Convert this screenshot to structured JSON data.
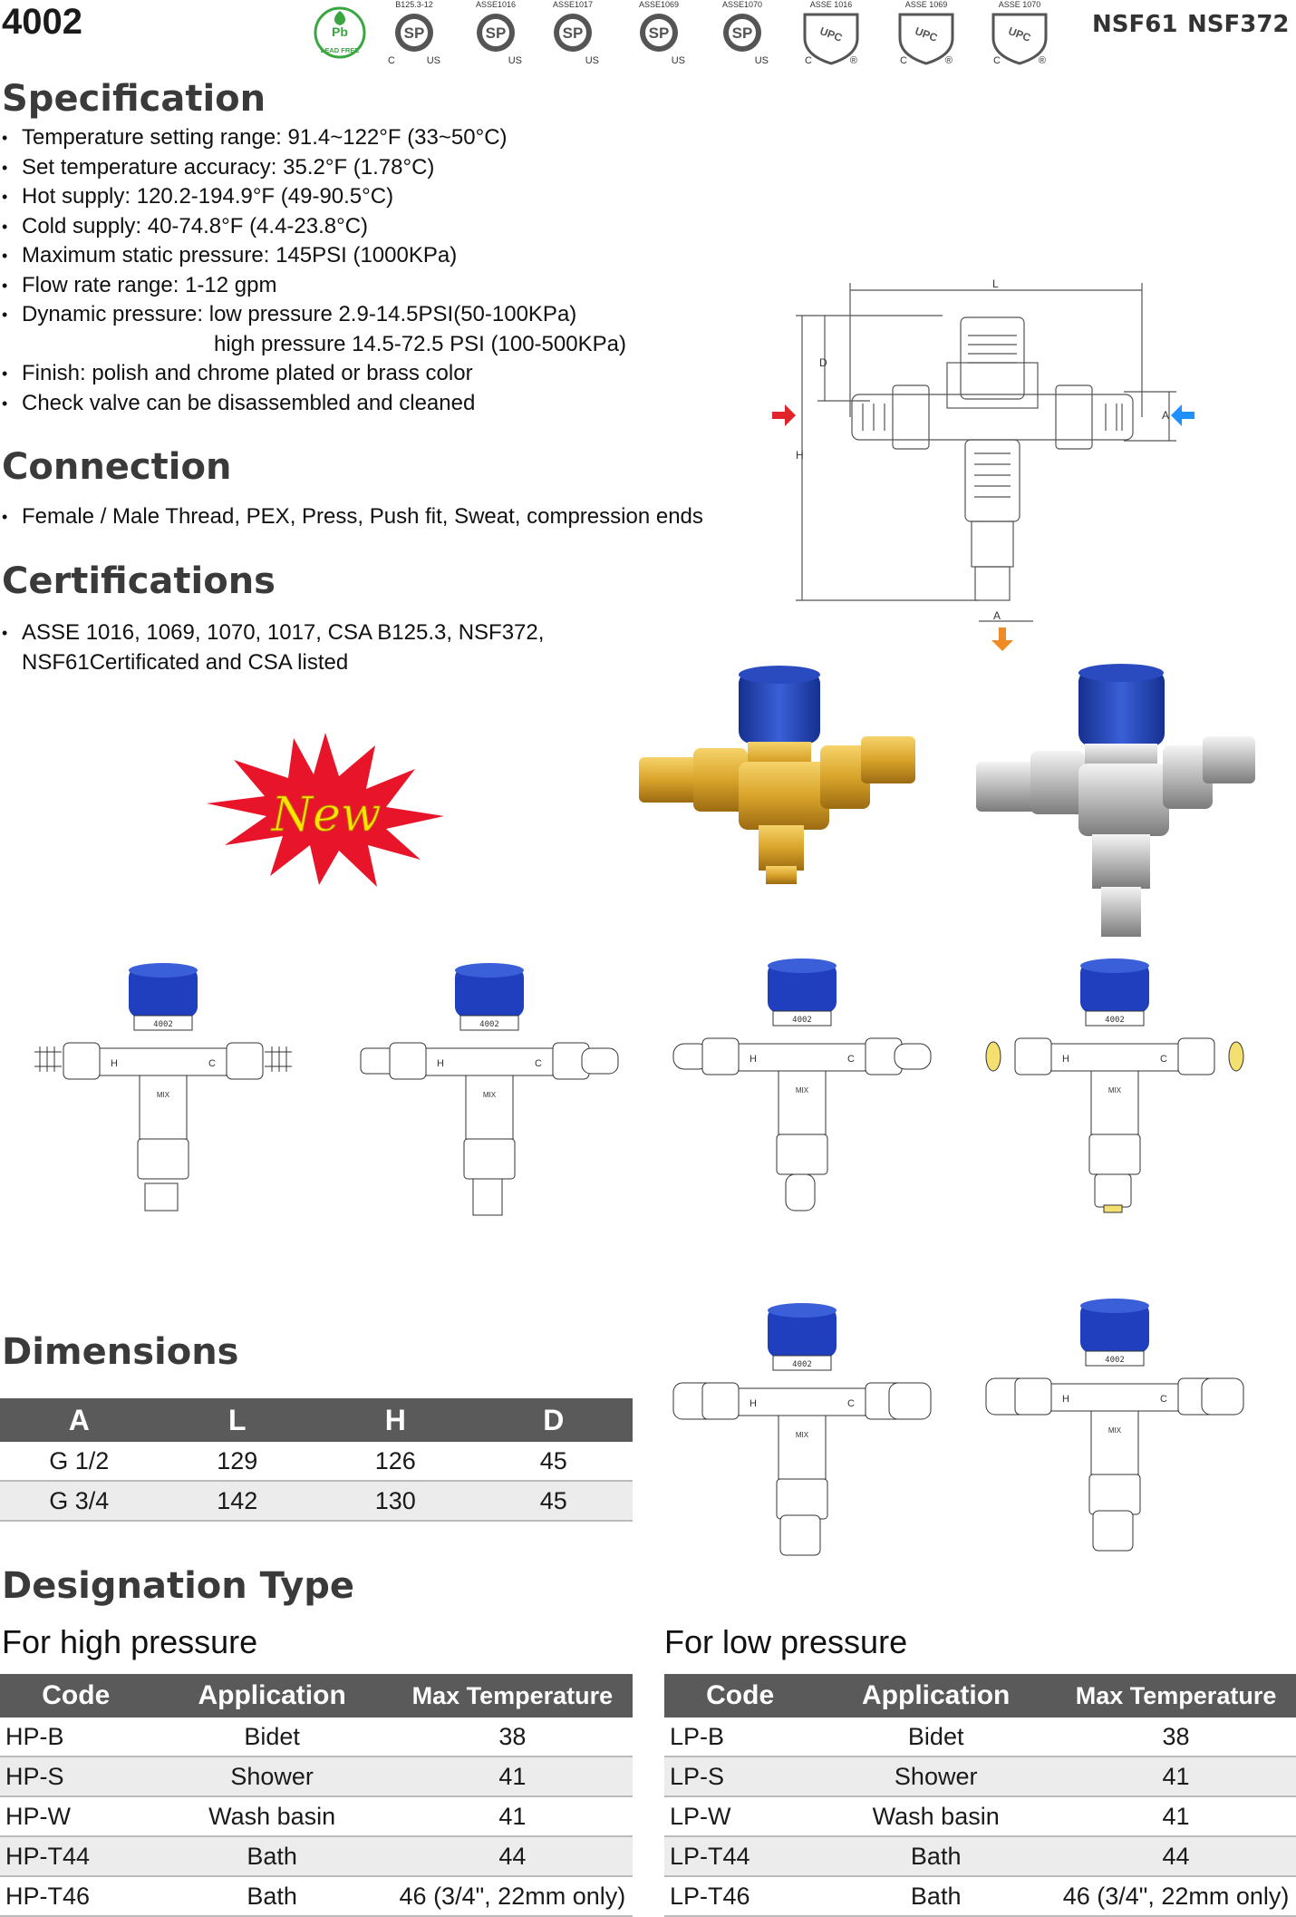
{
  "model": "4002",
  "certs": [
    {
      "top": "B125.3-12",
      "left": "C",
      "right": "US",
      "icon": "csa-logo-icon"
    },
    {
      "top": "ASSE1016",
      "left": "",
      "right": "US",
      "icon": "csa-logo-icon"
    },
    {
      "top": "ASSE1017",
      "left": "",
      "right": "US",
      "icon": "csa-logo-icon"
    },
    {
      "top": "ASSE1069",
      "left": "",
      "right": "US",
      "icon": "csa-logo-icon"
    },
    {
      "top": "ASSE1070",
      "left": "",
      "right": "US",
      "icon": "csa-logo-icon"
    },
    {
      "top": "ASSE 1016",
      "left": "C",
      "right": "®",
      "icon": "upc-logo-icon"
    },
    {
      "top": "ASSE 1069",
      "left": "C",
      "right": "®",
      "icon": "upc-logo-icon"
    },
    {
      "top": "ASSE 1070",
      "left": "C",
      "right": "®",
      "icon": "upc-logo-icon"
    }
  ],
  "nsf": [
    "NSF61",
    "NSF372"
  ],
  "lead_free_label": "LEAD FREE",
  "spec": {
    "title": "Specification",
    "items": [
      "Temperature setting range: 91.4~122°F (33~50°C)",
      "Set temperature accuracy: 35.2°F (1.78°C)",
      "Hot supply: 120.2-194.9°F (49-90.5°C)",
      "Cold supply: 40-74.8°F (4.4-23.8°C)",
      "Maximum static pressure: 145PSI (1000KPa)",
      "Flow rate range: 1-12 gpm",
      "Dynamic pressure: low pressure 2.9-14.5PSI(50-100KPa)",
      "Finish: polish and chrome plated or brass color",
      "Check valve can be disassembled and cleaned"
    ],
    "dynamic_high": "high pressure 14.5-72.5 PSI (100-500KPa)"
  },
  "connection": {
    "title": "Connection",
    "items": [
      "Female / Male Thread, PEX, Press, Push fit, Sweat, compression ends"
    ]
  },
  "certifications": {
    "title": "Certifications",
    "items": [
      "ASSE 1016, 1069, 1070, 1017, CSA B125.3, NSF372, NSF61Certificated and CSA listed"
    ]
  },
  "drawing_labels": {
    "L": "L",
    "D": "D",
    "H": "H",
    "A": "A"
  },
  "new_badge": "New",
  "dimensions": {
    "title": "Dimensions",
    "headers": [
      "A",
      "L",
      "H",
      "D"
    ],
    "rows": [
      [
        "G 1/2",
        "129",
        "126",
        "45"
      ],
      [
        "G 3/4",
        "142",
        "130",
        "45"
      ]
    ]
  },
  "designation": {
    "title": "Designation Type",
    "high": {
      "label": "For high pressure",
      "headers": [
        "Code",
        "Application",
        "Max Temperature"
      ],
      "rows": [
        [
          "HP-B",
          "Bidet",
          "38"
        ],
        [
          "HP-S",
          "Shower",
          "41"
        ],
        [
          "HP-W",
          "Wash basin",
          "41"
        ],
        [
          "HP-T44",
          "Bath",
          "44"
        ],
        [
          "HP-T46",
          "Bath",
          "46 (3/4\", 22mm only)"
        ]
      ]
    },
    "low": {
      "label": "For low pressure",
      "headers": [
        "Code",
        "Application",
        "Max Temperature"
      ],
      "rows": [
        [
          "LP-B",
          "Bidet",
          "38"
        ],
        [
          "LP-S",
          "Shower",
          "41"
        ],
        [
          "LP-W",
          "Wash basin",
          "41"
        ],
        [
          "LP-T44",
          "Bath",
          "44"
        ],
        [
          "LP-T46",
          "Bath",
          "46 (3/4\", 22mm only)"
        ]
      ]
    }
  },
  "valve_body_labels": {
    "model": "4002",
    "mix": "MIX",
    "hot": "H",
    "cold": "C"
  },
  "colors": {
    "header_gray": "#5a5a5a",
    "knob_blue": "#1f3fbf",
    "brass": "#d9a42a",
    "red_arrow": "#e0242a",
    "blue_arrow": "#1e90ff",
    "orange_arrow": "#f08a24",
    "new_star": "#e8152a",
    "new_text": "#ffe400"
  }
}
